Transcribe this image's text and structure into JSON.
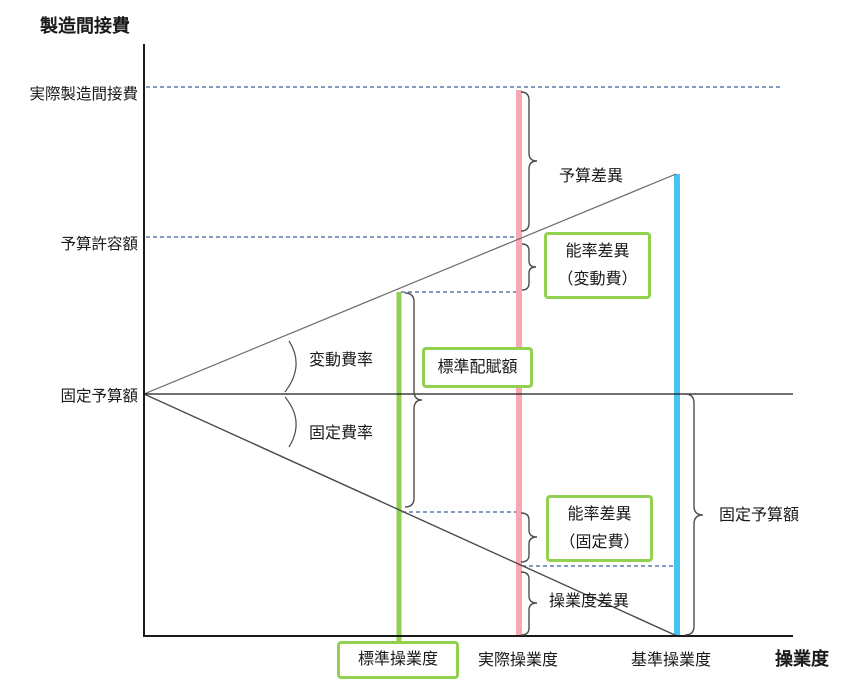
{
  "titles": {
    "y_axis": "製造間接費",
    "x_axis": "操業度"
  },
  "y_axis_labels": {
    "actual_overhead": "実際製造間接費",
    "budget_allowance": "予算許容額",
    "fixed_budget": "固定予算額"
  },
  "x_axis_labels": {
    "standard_operation": "標準操業度",
    "actual_operation": "実際操業度",
    "base_operation": "基準操業度"
  },
  "annotations": {
    "budget_variance": "予算差異",
    "efficiency_variance_variable_line1": "能率差異",
    "efficiency_variance_variable_line2": "（変動費）",
    "standard_allocation": "標準配賦額",
    "variable_cost_rate": "変動費率",
    "fixed_cost_rate": "固定費率",
    "efficiency_variance_fixed_line1": "能率差異",
    "efficiency_variance_fixed_line2": "（固定費）",
    "volume_variance": "操業度差異",
    "fixed_budget_amount": "固定予算額"
  },
  "colors": {
    "green_line": "#92D050",
    "pink_line": "#F8A8B2",
    "blue_line": "#46C3F0",
    "dashed_line": "#3E5E9E",
    "box_border": "#92D050",
    "axis_line": "#1a1a1a",
    "brace_line": "#4d4d4d"
  }
}
